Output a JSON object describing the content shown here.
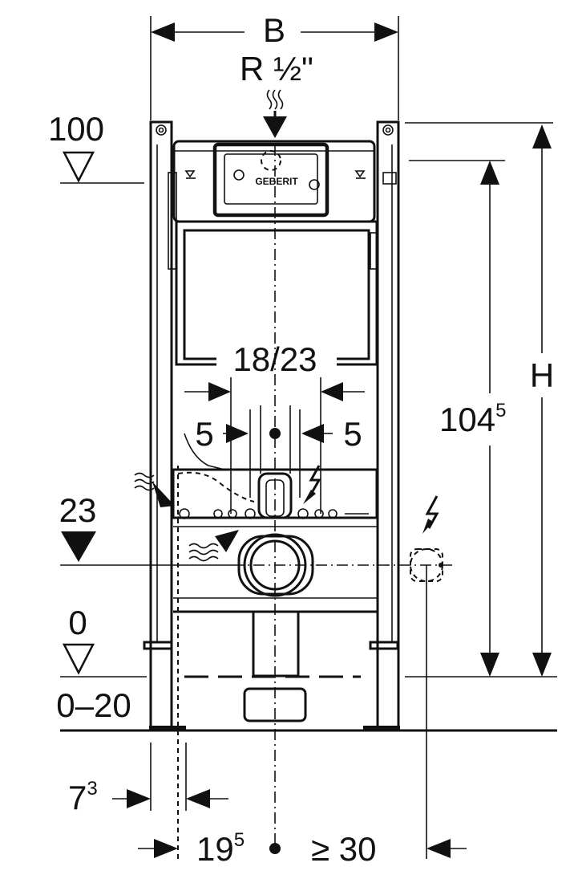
{
  "labels": {
    "width": "B",
    "water_connection": "R ½\"",
    "total_height": "H",
    "height_main": "104",
    "height_main_sup": "5",
    "level_top": "100",
    "level_23": "23",
    "level_zero": "0",
    "floor_range": "0–20",
    "flush_spacing": "18/23",
    "offset_left": "5",
    "offset_right": "5",
    "foot_depth": "7",
    "foot_depth_sup": "3",
    "wall_to_drain": "19",
    "wall_to_drain_sup": "5",
    "min_distance": "≥ 30",
    "brand": "GEBERIT"
  }
}
